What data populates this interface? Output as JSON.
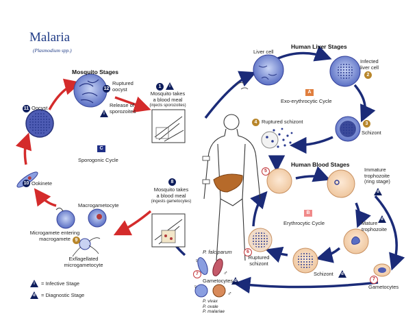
{
  "title": "Malaria",
  "subtitle": "(Plasmodium spp.)",
  "sections": {
    "mosquito": "Mosquito Stages",
    "liver": "Human Liver Stages",
    "blood": "Human Blood Stages"
  },
  "cycles": {
    "sporogonic": {
      "letter": "C",
      "label": "Sporogonic Cycle"
    },
    "exo": {
      "letter": "A",
      "label": "Exo-erythrocytic Cycle"
    },
    "erythro": {
      "letter": "B",
      "label": "Erythrocytic Cycle"
    }
  },
  "steps": {
    "s1": {
      "num": "1",
      "l1": "Mosquito takes",
      "l2": "a blood meal",
      "l3": "(injects sporozoites)"
    },
    "s2": {
      "num": "2",
      "l1": "Infected",
      "l2": "liver cell"
    },
    "s3": {
      "num": "3",
      "l1": "Schizont"
    },
    "s4": {
      "num": "4",
      "l1": "Ruptured schizont"
    },
    "s5": {
      "num": "5"
    },
    "s6": {
      "num": "6",
      "l1": "Ruptured",
      "l2": "schizont"
    },
    "s7": {
      "num": "7",
      "l1": "Gametocytes"
    },
    "s8": {
      "num": "8",
      "l1": "Mosquito takes",
      "l2": "a blood meal",
      "l3": "(ingests gametocytes)"
    },
    "s9": {
      "num": "9",
      "l1": "Microgamete entering",
      "l2": "macrogamete"
    },
    "s10": {
      "num": "10",
      "l1": "Ookinete"
    },
    "s11": {
      "num": "11",
      "l1": "Oocyst"
    },
    "s12": {
      "num": "12",
      "l1": "Ruptured",
      "l2": "oocyst"
    }
  },
  "labels": {
    "liver_cell": "Liver cell",
    "release": "Release of",
    "release2": "sporozoites",
    "imm1": "Immature",
    "imm2": "trophozoite",
    "imm3": "(ring stage)",
    "mat1": "Mature",
    "mat2": "trophozoite",
    "schizont_blood": "Schizont",
    "macro": "Macrogametocyte",
    "exfl1": "Exflagellated",
    "exfl2": "microgametocyte",
    "pfalc": "P. falciparum",
    "gametocytes": "Gametocytes",
    "pviv": "P. vivax",
    "pov": "P. ovale",
    "pmal": "P. malariae",
    "female": "♀",
    "male": "♂"
  },
  "legend": {
    "infective": {
      "mark": "i",
      "text": "= Infective Stage"
    },
    "diagnostic": {
      "mark": "d",
      "text": "= Diagnostic Stage"
    }
  },
  "colors": {
    "arrow_red": "#d42b2b",
    "arrow_navy": "#1b2b78",
    "cell_blue": "#6a7fd0",
    "rbc": "#f6dcc0",
    "title": "#1f3b86",
    "liver_organ": "#b66a2a"
  }
}
